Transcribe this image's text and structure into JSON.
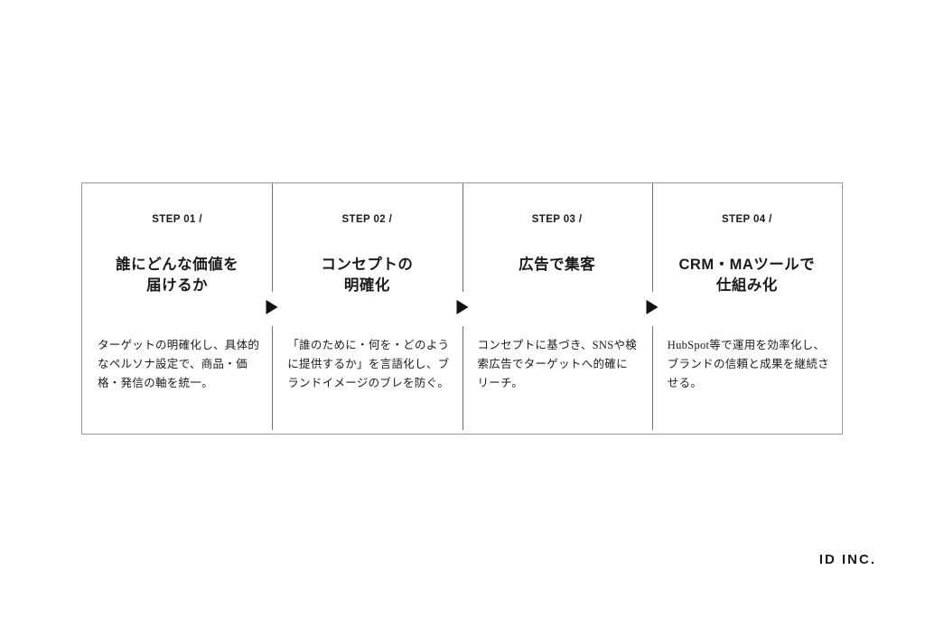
{
  "colors": {
    "text": "#1b1b1b",
    "border": "#9a9a9a",
    "divider": "#6f6f6f",
    "arrow": "#111111",
    "bg": "#ffffff"
  },
  "icons": {
    "step_connector": "right-pointing-triangle"
  },
  "steps": [
    {
      "label": "STEP 01 /",
      "title": "誰にどんな価値を\n届けるか",
      "description": "ターゲットの明確化し、具体的\nなペルソナ設定で、商品・価\n格・発信の軸を統一。"
    },
    {
      "label": "STEP 02 /",
      "title": "コンセプトの\n明確化",
      "description": "「誰のために・何を・どのよう\nに提供するか」を言語化し、ブ\nランドイメージのブレを防ぐ。"
    },
    {
      "label": "STEP 03 /",
      "title": "広告で集客",
      "description": "コンセプトに基づき、SNSや検\n索広告でターゲットへ的確に\nリーチ。"
    },
    {
      "label": "STEP 04 /",
      "title": "CRM・MAツールで\n仕組み化",
      "description": "HubSpot等で運用を効率化し、\nブランドの信頼と成果を継続さ\nせる。"
    }
  ],
  "footer": {
    "brand": "ID INC."
  }
}
